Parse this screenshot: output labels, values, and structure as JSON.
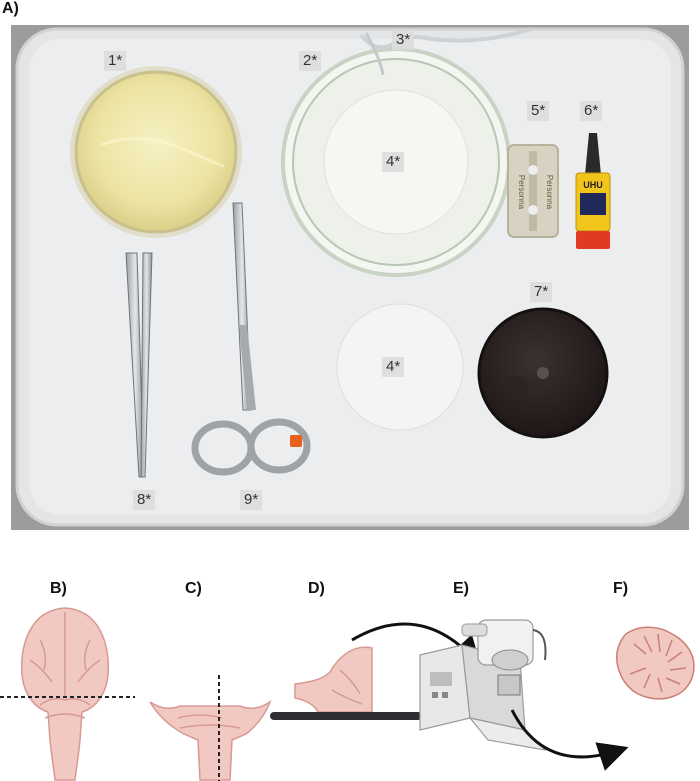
{
  "panel_a": {
    "title": "A)",
    "labels": {
      "item1": "1*",
      "item2": "2*",
      "item3": "3*",
      "item4a": "4*",
      "item4b": "4*",
      "item5": "5*",
      "item6": "6*",
      "item7": "7*",
      "item8": "8*",
      "item9": "9*"
    },
    "blade_brand": "Personna",
    "glue_brand": "UHU"
  },
  "panel_b": {
    "title": "B)"
  },
  "panel_c": {
    "title": "C)"
  },
  "panel_d": {
    "title": "D)"
  },
  "panel_e": {
    "title": "E)"
  },
  "panel_f": {
    "title": "F)"
  },
  "colors": {
    "tray": "#e9eaec",
    "brain_fill": "#f2c9c2",
    "brain_stroke": "#d69a92",
    "machine": "#e6e6e6",
    "arrow": "#111111"
  }
}
